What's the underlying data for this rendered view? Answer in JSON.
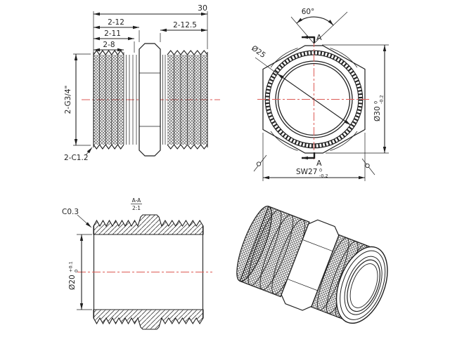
{
  "drawing": {
    "background": "#ffffff",
    "line_color": "#1f1f1f",
    "centerline_color": "#dd5a55",
    "side_view": {
      "dim_overall": "30",
      "dim_to_hex": "2-12",
      "dim_thread_runout": "2-11",
      "dim_thread_length": "2-8",
      "dim_right_length": "2-12.5",
      "thread_spec": "2-G3/4\"",
      "chamfer_spec": "2-C1.2"
    },
    "end_view": {
      "vertex_angle": "60°",
      "section_letter": "A",
      "knurl_diameter": "Ø25",
      "outer_diameter": {
        "label": "Ø30",
        "tol_upper": "0",
        "tol_lower": "-0.2"
      },
      "wrench_size": {
        "label": "SW27",
        "tol_upper": "0",
        "tol_lower": "-0.2"
      }
    },
    "section_view": {
      "title": "A-A",
      "scale": "2:1",
      "chamfer_spec": "C0.3",
      "bore_diameter": {
        "label": "Ø20",
        "tol_upper": "+0.1",
        "tol_lower": "0"
      }
    }
  }
}
